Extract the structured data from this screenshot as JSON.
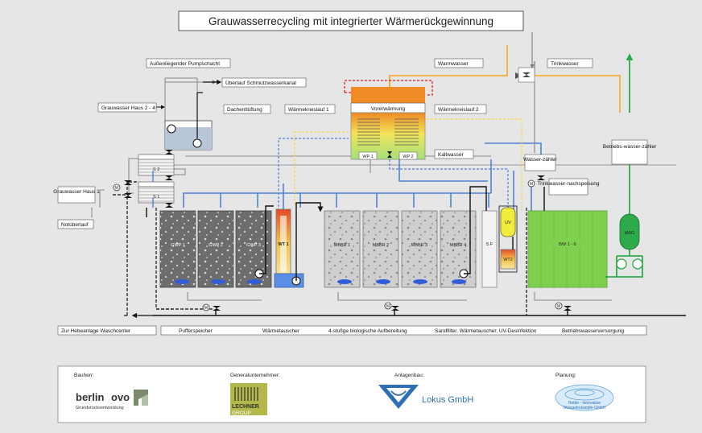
{
  "title": "Grauwasserrecycling mit integrierter Wärmerückgewinnung",
  "labels": {
    "pumpschacht": "Außenliegender Pumpschacht",
    "ueberlauf": "Überlauf Schmutzwasserkanal",
    "grauwasser24": "Grauwasser Haus 2 - 4",
    "dachentlueftung": "Dachentlüftung",
    "waermekreislauf1": "Wärmekreislauf 1",
    "warmwasser": "Warmwasser",
    "trinkwasser": "Trinkwasser",
    "waermekreislauf2": "Wärmekreislauf 2",
    "kaltwasser": "Kaltwasser",
    "grauwasser1": "Grauwasser Haus 1",
    "notueberlauf": "Notüberlauf",
    "wasserzaehler": "Wasser-zähler",
    "nachspeisung": "Trinkwasser-nachspeisung",
    "betriebszaehler": "Betriebs-wasser-zähler",
    "hebeanlage": "Zur Hebeanlage Waschcenter",
    "vorerwaermung": "Vorerwärmung"
  },
  "units": {
    "s2": "S 2",
    "s1": "S 1",
    "gwp1": "GWP 1",
    "gwp2": "GWP 2",
    "gwp3": "GWP 3",
    "wt1": "WT 1",
    "mbbr1": "MBBR 1",
    "mbbr2": "MBBR 2",
    "mbbr3": "MBBR 3",
    "mbbr4": "MBBR 4",
    "sf": "S F",
    "uv": "UV",
    "wt2": "WT2",
    "bw": "BW 1 - 6",
    "mag": "MAG",
    "wp1": "WP 1",
    "wp2": "WP 2",
    "m": "M"
  },
  "bottom_bar": {
    "puffer": "Pufferspeicher",
    "waermetauscher": "Wärmetauscher",
    "bio": "4-stufige biologische Aufbereitung",
    "sand": "Sandfilter, Wärmetauscher, UV-Desinfektion",
    "betrieb": "Betriebswasserversorgung"
  },
  "footer": {
    "bauherr_label": "Bauherr:",
    "gu_label": "Generalunternehmer:",
    "anlagenbau_label": "Anlagenbau:",
    "planung_label": "Planung:",
    "berlinovo_a": "berlin",
    "berlinovo_b": "ovo",
    "berlinovo_sub": "Grundstücksentwicklung",
    "lechner_a": "LECHNER",
    "lechner_b": "GROUP",
    "lokus": "Lokus GmbH",
    "nolde_a": "Nolde - innovative",
    "nolde_b": "Wasserkonzepte GmbH"
  },
  "colors": {
    "background": "#e6e6e6",
    "blue_pipe": "#4f81d4",
    "warm_pipe": "#f5a623",
    "green_pipe": "#2daa4a",
    "red_loop": "#e02020",
    "tank_dark": "#6d6d6d",
    "tank_light": "#cfcfcf",
    "bw_green": "#7ed04e"
  },
  "icons": {
    "pump": "pump-icon",
    "motor": "motor-icon",
    "valve": "valve-icon",
    "arrow": "arrow-icon"
  }
}
